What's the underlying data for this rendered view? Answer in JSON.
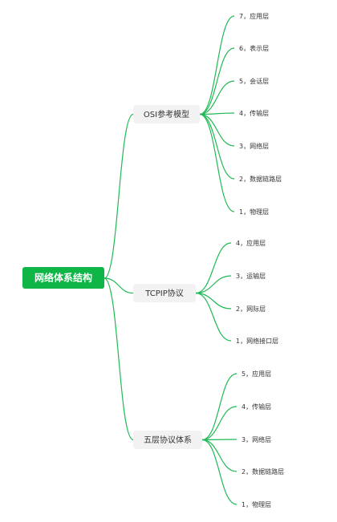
{
  "root": {
    "label": "网络体系结构"
  },
  "branches": [
    {
      "label": "OSI参考模型",
      "children": [
        "7，应用层",
        "6，表示层",
        "5，会话层",
        "4，传输层",
        "3，网络层",
        "2，数据链路层",
        "1，物理层"
      ]
    },
    {
      "label": "TCPIP协议",
      "children": [
        "4，应用层",
        "3，运输层",
        "2，网际层",
        "1，网络接口层"
      ]
    },
    {
      "label": "五层协议体系",
      "children": [
        "5，应用层",
        "4，传输层",
        "3，网络层",
        "2，数据链路层",
        "1，物理层"
      ]
    }
  ],
  "colors": {
    "accent": "#10b548",
    "edge": "#1fb955",
    "branch_bg": "#f2f2f2"
  }
}
